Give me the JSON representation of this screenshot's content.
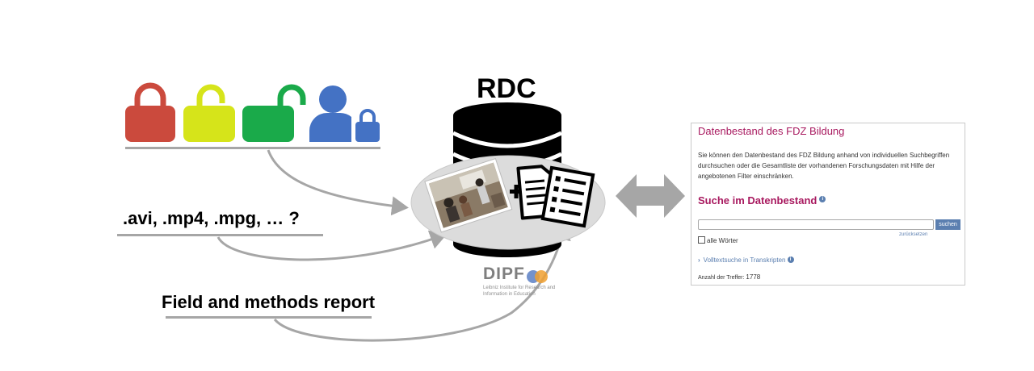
{
  "rdc": {
    "title": "RDC"
  },
  "inputs": {
    "formats_label": ".avi, .mp4, .mpg, … ?",
    "report_label": "Field and methods report",
    "access_icons": [
      "lock-closed-red-icon",
      "lock-open-yellow-icon",
      "lock-open-green-icon",
      "user-lock-blue-icon"
    ]
  },
  "colors": {
    "red": "#cb4a3d",
    "yellow": "#d6e41a",
    "green": "#1aaa4a",
    "blue": "#4472c4",
    "grey_rule": "#a6a6a6",
    "magenta": "#a8195f",
    "link_blue": "#5b7fb0"
  },
  "dipf": {
    "name": "DIPF",
    "subtitle_line1": "Leibniz Institute for Research and",
    "subtitle_line2": "Information in Education"
  },
  "panel": {
    "title": "Datenbestand des FDZ Bildung",
    "description": "Sie können den Datenbestand des FDZ Bildung anhand von individuellen Suchbegriffen durchsuchen oder die Gesamtliste der vorhandenen Forschungsdaten mit Hilfe der angebotenen Filter einschränken.",
    "search_heading": "Suche im Datenbestand",
    "search_value": "",
    "search_button": "suchen",
    "reset_link": "zurücksetzen",
    "all_words_label": "alle Wörter",
    "fulltext_link": "Volltextsuche in Transkripten",
    "hits_label": "Anzahl der Treffer:",
    "hits_count": "1778"
  }
}
